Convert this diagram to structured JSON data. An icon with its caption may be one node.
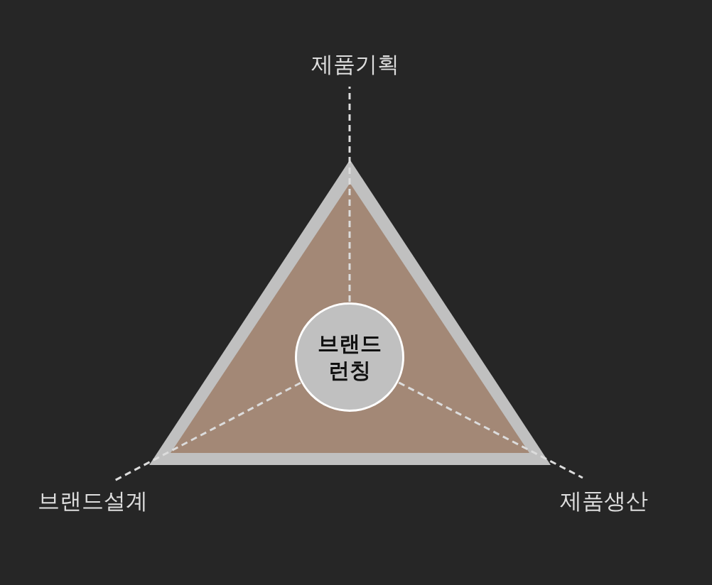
{
  "diagram": {
    "nodes": [
      {
        "text": [
          "제품기획"
        ]
      },
      {
        "text": [],
        "shape": "triangle"
      },
      {
        "text": [
          "브랜드 런칭"
        ],
        "in": 1
      },
      {
        "text": [
          "브랜드설계"
        ]
      },
      {
        "text": [
          "제품생산"
        ]
      }
    ],
    "edges": [
      {
        "from": 2,
        "to": 0,
        "arrow": "none",
        "style": "dashed"
      },
      {
        "from": 2,
        "to": 3,
        "arrow": "none",
        "style": "dashed"
      },
      {
        "from": 2,
        "to": 4,
        "arrow": "none",
        "style": "dashed"
      }
    ]
  }
}
